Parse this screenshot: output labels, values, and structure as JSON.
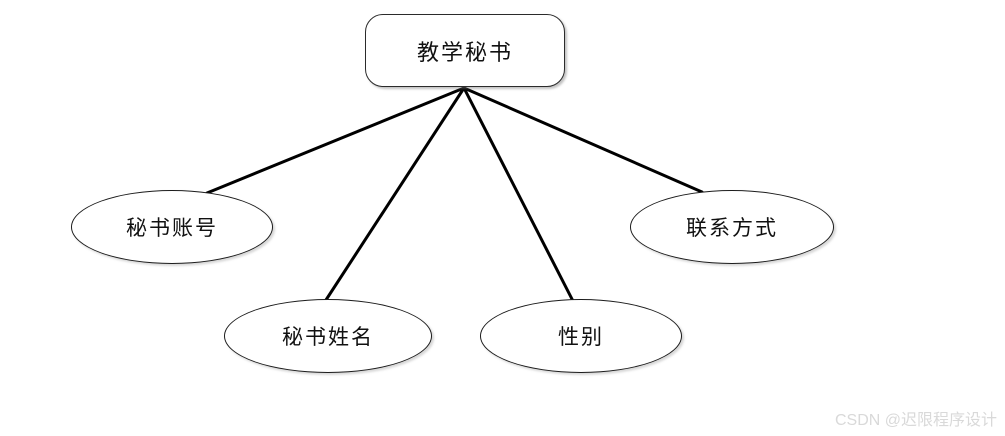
{
  "diagram": {
    "type": "entity-attribute-diagram",
    "root": {
      "label": "教学秘书",
      "shape": "rounded-rectangle"
    },
    "attributes": [
      {
        "id": "account",
        "label": "秘书账号",
        "shape": "ellipse"
      },
      {
        "id": "name",
        "label": "秘书姓名",
        "shape": "ellipse"
      },
      {
        "id": "gender",
        "label": "性别",
        "shape": "ellipse"
      },
      {
        "id": "contact",
        "label": "联系方式",
        "shape": "ellipse"
      }
    ],
    "edges": [
      {
        "from": "root",
        "to": "account"
      },
      {
        "from": "root",
        "to": "name"
      },
      {
        "from": "root",
        "to": "gender"
      },
      {
        "from": "root",
        "to": "contact"
      }
    ],
    "colors": {
      "background": "#ffffff",
      "line": "#000000",
      "node_border": "#2b2b2b",
      "text": "#111111",
      "watermark": "#d9d9d9"
    }
  },
  "watermark": {
    "text": "CSDN @迟限程序设计"
  }
}
